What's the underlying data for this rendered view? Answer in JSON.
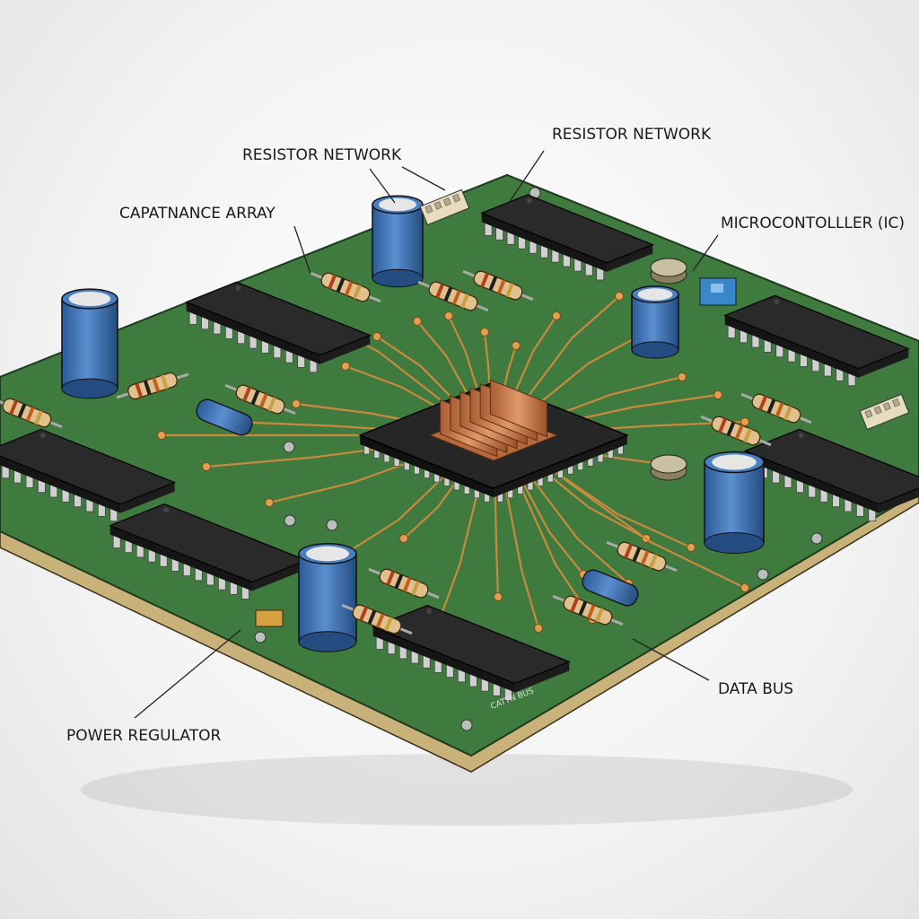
{
  "labels": {
    "resistor_network_1": "RESISTOR NETWORK",
    "resistor_network_2": "RESISTOR NETWORK",
    "capacitance_array": "CAPATNANCE ARRAY",
    "microcontroller": "MICROCONTOLLLER (IC)",
    "data_bus": "DATA BUS",
    "power_regulator": "POWER REGULATOR"
  },
  "silkscreen": {
    "bus_chip": "CATTN BUS"
  },
  "colors": {
    "board": "#3f7a3e",
    "board_edge": "#c9b27a",
    "trace": "#c98a3f",
    "chip": "#2a2a2a",
    "capacitor": "#3b6fb0",
    "heatsink": "#c8774a",
    "resistor_body": "#e0c08c"
  }
}
